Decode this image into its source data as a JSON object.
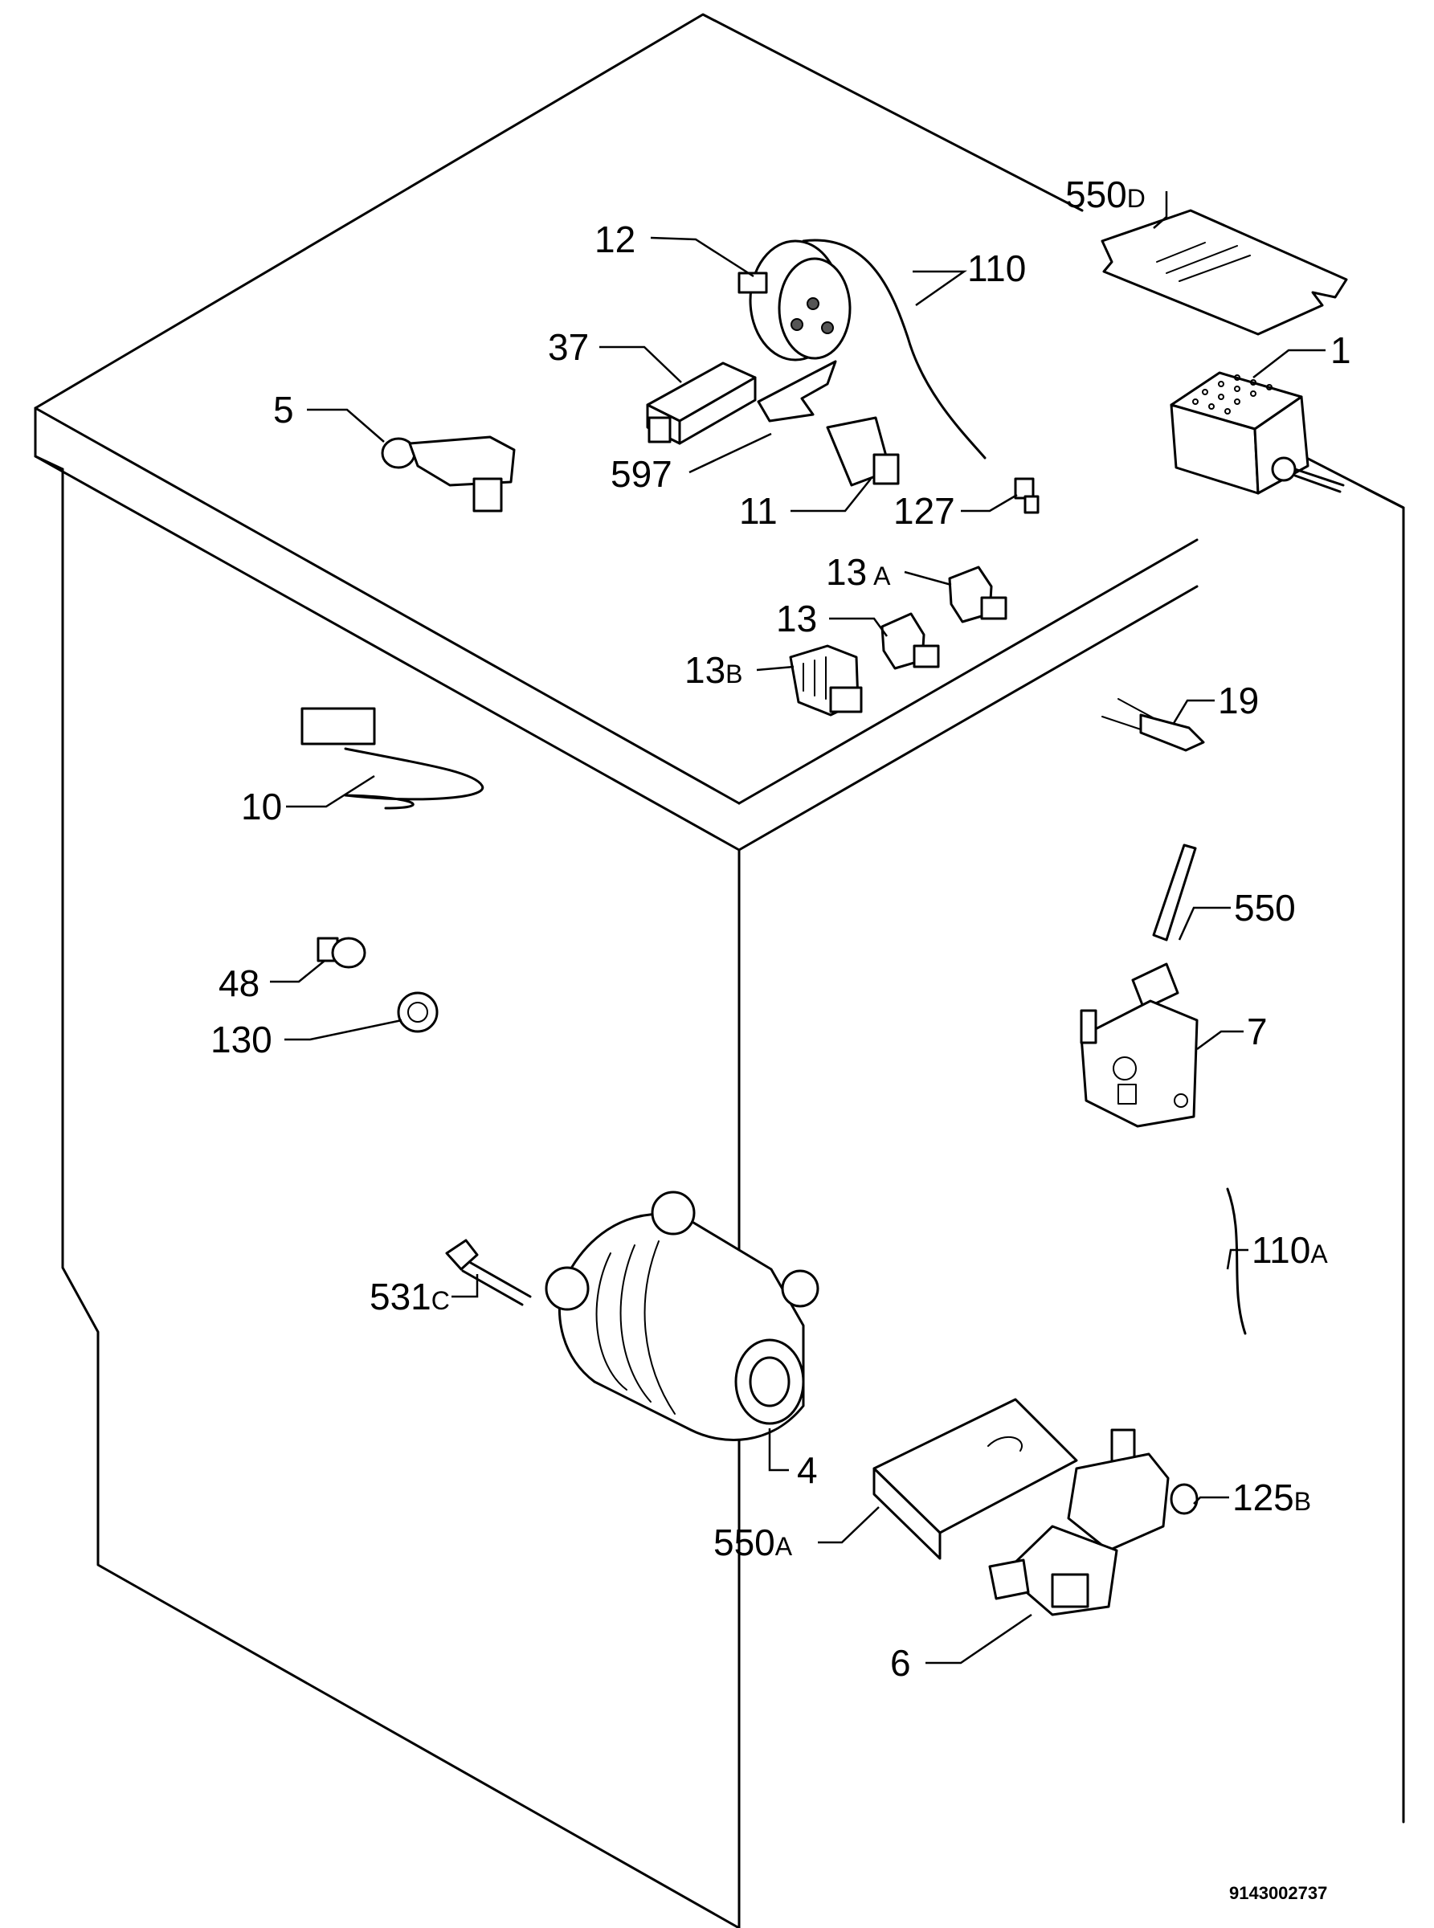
{
  "callouts": [
    {
      "id": "c-550d",
      "num": "550",
      "suffix": "D"
    },
    {
      "id": "c-12",
      "num": "12",
      "suffix": ""
    },
    {
      "id": "c-110",
      "num": "110",
      "suffix": ""
    },
    {
      "id": "c-37",
      "num": "37",
      "suffix": ""
    },
    {
      "id": "c-1",
      "num": "1",
      "suffix": ""
    },
    {
      "id": "c-5",
      "num": "5",
      "suffix": ""
    },
    {
      "id": "c-597",
      "num": "597",
      "suffix": ""
    },
    {
      "id": "c-11",
      "num": "11",
      "suffix": ""
    },
    {
      "id": "c-127",
      "num": "127",
      "suffix": ""
    },
    {
      "id": "c-13a",
      "num": "13",
      "suffix": "A"
    },
    {
      "id": "c-13",
      "num": "13",
      "suffix": ""
    },
    {
      "id": "c-13b",
      "num": "13",
      "suffix": "B"
    },
    {
      "id": "c-19",
      "num": "19",
      "suffix": ""
    },
    {
      "id": "c-10",
      "num": "10",
      "suffix": ""
    },
    {
      "id": "c-550",
      "num": "550",
      "suffix": ""
    },
    {
      "id": "c-48",
      "num": "48",
      "suffix": ""
    },
    {
      "id": "c-7",
      "num": "7",
      "suffix": ""
    },
    {
      "id": "c-130",
      "num": "130",
      "suffix": ""
    },
    {
      "id": "c-110a",
      "num": "110",
      "suffix": "A"
    },
    {
      "id": "c-531c",
      "num": "531",
      "suffix": "C"
    },
    {
      "id": "c-4",
      "num": "4",
      "suffix": ""
    },
    {
      "id": "c-125b",
      "num": "125",
      "suffix": "B"
    },
    {
      "id": "c-550a",
      "num": "550",
      "suffix": "A"
    },
    {
      "id": "c-6",
      "num": "6",
      "suffix": ""
    }
  ],
  "drawing_number": "9143002737"
}
